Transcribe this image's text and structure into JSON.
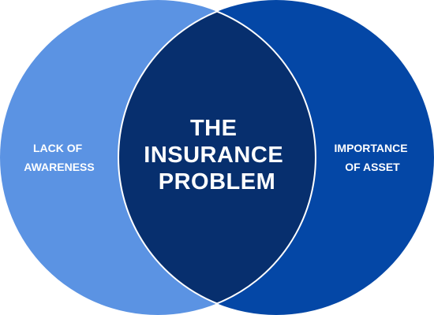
{
  "diagram": {
    "type": "venn",
    "left_circle": {
      "label_lines": [
        "LACK OF",
        "AWARENESS"
      ],
      "color": "#5b93e3"
    },
    "right_circle": {
      "label_lines": [
        "IMPORTANCE",
        "OF ASSET"
      ],
      "color": "#0447a6"
    },
    "intersection": {
      "label_lines": [
        "THE",
        "INSURANCE",
        "PROBLEM"
      ],
      "color": "#072f6e"
    },
    "outline_color": "#ffffff",
    "background": "#ffffff"
  }
}
